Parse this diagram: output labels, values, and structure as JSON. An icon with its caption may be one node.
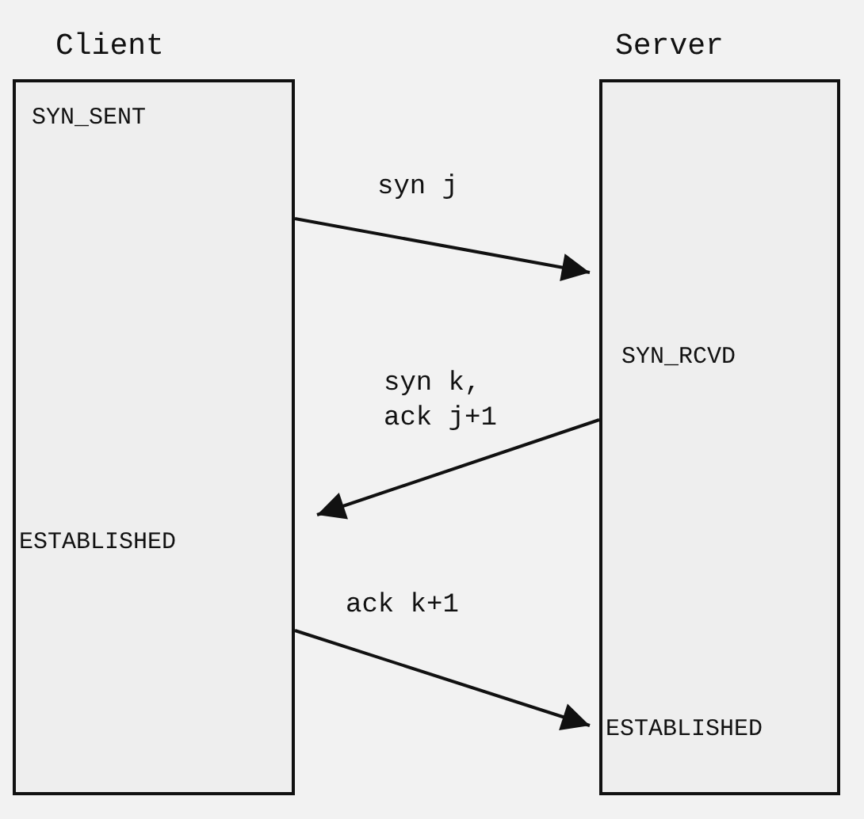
{
  "diagram": {
    "nodes": [
      {
        "text": [
          "Client"
        ]
      },
      {
        "text": [
          "Server"
        ]
      },
      {
        "text": [
          "SYN_SENT"
        ],
        "in": 0
      },
      {
        "text": [
          "SYN_RCVD"
        ],
        "in": 1
      },
      {
        "text": [
          "ESTABLISHED"
        ],
        "in": 0
      },
      {
        "text": [
          "ESTABLISHED"
        ],
        "in": 1
      }
    ],
    "edges": [
      {
        "from": 0,
        "to": 1,
        "arrow": "to",
        "label": "syn j"
      },
      {
        "from": 1,
        "to": 0,
        "arrow": "to",
        "label": "syn k, ack j+1"
      },
      {
        "from": 0,
        "to": 1,
        "arrow": "to",
        "label": "ack k+1"
      }
    ]
  }
}
